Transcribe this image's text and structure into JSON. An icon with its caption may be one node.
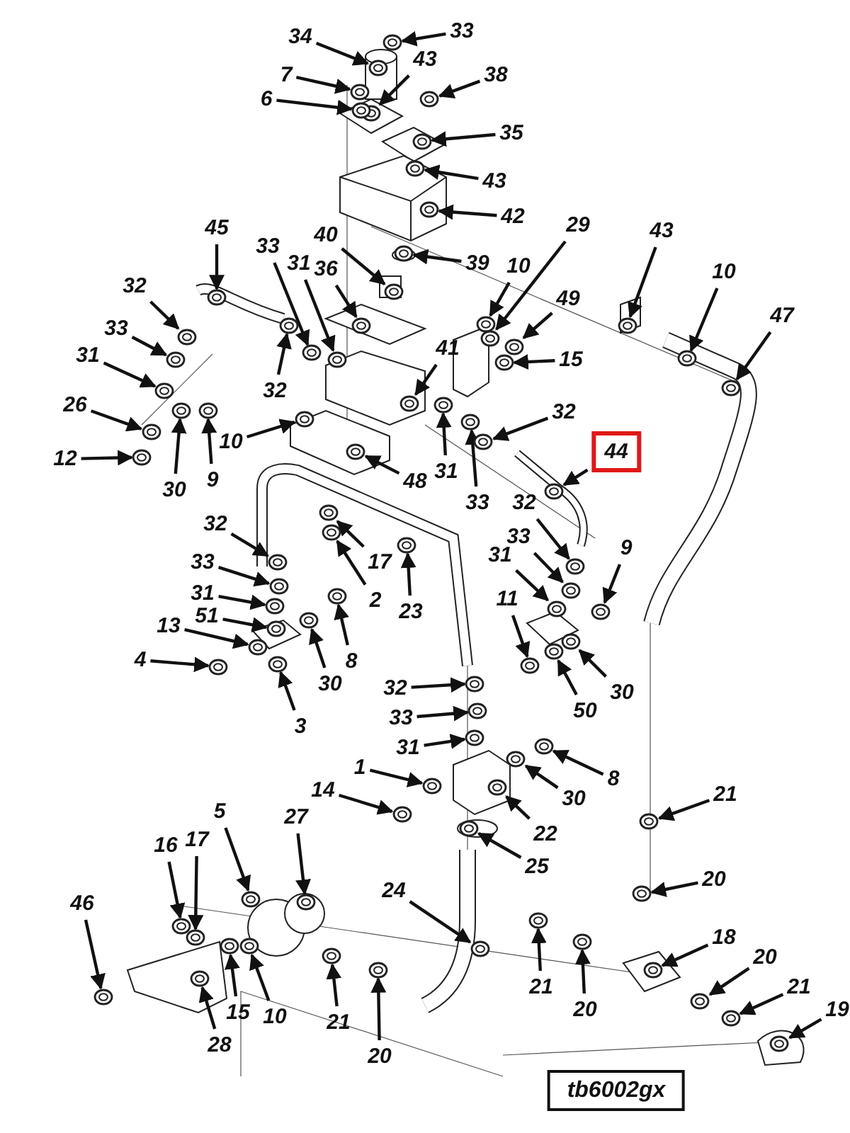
{
  "diagram": {
    "nodes": [
      {
        "text": [
          "34"
        ]
      },
      {
        "text": [
          "33"
        ]
      },
      {
        "text": [
          "43"
        ]
      },
      {
        "text": [
          "7"
        ]
      },
      {
        "text": [
          "6"
        ]
      },
      {
        "text": [
          "38"
        ]
      },
      {
        "text": [
          "35"
        ]
      },
      {
        "text": [
          "43"
        ]
      },
      {
        "text": [
          "42"
        ]
      },
      {
        "text": [
          "40"
        ]
      },
      {
        "text": [
          "39"
        ]
      },
      {
        "text": [
          "45"
        ]
      },
      {
        "text": [
          "33"
        ]
      },
      {
        "text": [
          "31"
        ]
      },
      {
        "text": [
          "36"
        ]
      },
      {
        "text": [
          "10"
        ]
      },
      {
        "text": [
          "29"
        ]
      },
      {
        "text": [
          "43"
        ]
      },
      {
        "text": [
          "10"
        ]
      },
      {
        "text": [
          "47"
        ]
      },
      {
        "text": [
          "49"
        ]
      },
      {
        "text": [
          "15"
        ]
      },
      {
        "text": [
          "32"
        ]
      },
      {
        "text": [
          "33"
        ]
      },
      {
        "text": [
          "31"
        ]
      },
      {
        "text": [
          "32"
        ]
      },
      {
        "text": [
          "41"
        ]
      },
      {
        "text": [
          "26"
        ]
      },
      {
        "text": [
          "10"
        ]
      },
      {
        "text": [
          "48"
        ]
      },
      {
        "text": [
          "12"
        ]
      },
      {
        "text": [
          "30"
        ]
      },
      {
        "text": [
          "9"
        ]
      },
      {
        "text": [
          "31"
        ]
      },
      {
        "text": [
          "33"
        ]
      },
      {
        "text": [
          "32"
        ]
      },
      {
        "text": [
          "44"
        ]
      },
      {
        "text": [
          "32"
        ]
      },
      {
        "text": [
          "9"
        ]
      },
      {
        "text": [
          "33"
        ]
      },
      {
        "text": [
          "31"
        ]
      },
      {
        "text": [
          "17"
        ]
      },
      {
        "text": [
          "2"
        ]
      },
      {
        "text": [
          "23"
        ]
      },
      {
        "text": [
          "32"
        ]
      },
      {
        "text": [
          "33"
        ]
      },
      {
        "text": [
          "31"
        ]
      },
      {
        "text": [
          "13"
        ]
      },
      {
        "text": [
          "51"
        ]
      },
      {
        "text": [
          "4"
        ]
      },
      {
        "text": [
          "8"
        ]
      },
      {
        "text": [
          "30"
        ]
      },
      {
        "text": [
          "3"
        ]
      },
      {
        "text": [
          "11"
        ]
      },
      {
        "text": [
          "50"
        ]
      },
      {
        "text": [
          "30"
        ]
      },
      {
        "text": [
          "32"
        ]
      },
      {
        "text": [
          "33"
        ]
      },
      {
        "text": [
          "31"
        ]
      },
      {
        "text": [
          "1"
        ]
      },
      {
        "text": [
          "14"
        ]
      },
      {
        "text": [
          "8"
        ]
      },
      {
        "text": [
          "30"
        ]
      },
      {
        "text": [
          "22"
        ]
      },
      {
        "text": [
          "25"
        ]
      },
      {
        "text": [
          "21"
        ]
      },
      {
        "text": [
          "5"
        ]
      },
      {
        "text": [
          "27"
        ]
      },
      {
        "text": [
          "16"
        ]
      },
      {
        "text": [
          "17"
        ]
      },
      {
        "text": [
          "46"
        ]
      },
      {
        "text": [
          "24"
        ]
      },
      {
        "text": [
          "20"
        ]
      },
      {
        "text": [
          "18"
        ]
      },
      {
        "text": [
          "20"
        ]
      },
      {
        "text": [
          "21"
        ]
      },
      {
        "text": [
          "19"
        ]
      },
      {
        "text": [
          "21"
        ]
      },
      {
        "text": [
          "20"
        ]
      },
      {
        "text": [
          "15"
        ]
      },
      {
        "text": [
          "10"
        ]
      },
      {
        "text": [
          "28"
        ]
      },
      {
        "text": [
          "21"
        ]
      },
      {
        "text": [
          "20"
        ]
      },
      {
        "text": [
          "tb6002gx"
        ]
      },
      {
        "text": [],
        "shape": "picture"
      },
      {
        "text": [],
        "shape": "picture"
      },
      {
        "text": [],
        "shape": "picture"
      },
      {
        "text": [],
        "shape": "picture"
      },
      {
        "text": [],
        "shape": "picture"
      },
      {
        "text": [],
        "shape": "picture"
      },
      {
        "text": [],
        "shape": "picture"
      },
      {
        "text": [],
        "shape": "picture"
      },
      {
        "text": [],
        "shape": "picture"
      },
      {
        "text": [],
        "shape": "picture"
      },
      {
        "text": [],
        "shape": "picture"
      },
      {
        "text": [],
        "shape": "picture"
      },
      {
        "text": [],
        "shape": "picture"
      },
      {
        "text": [],
        "shape": "picture"
      },
      {
        "text": [],
        "shape": "picture"
      },
      {
        "text": [],
        "shape": "picture"
      },
      {
        "text": [],
        "shape": "picture"
      },
      {
        "text": [],
        "shape": "picture"
      },
      {
        "text": [],
        "shape": "picture"
      },
      {
        "text": [],
        "shape": "picture"
      },
      {
        "text": [],
        "shape": "picture"
      },
      {
        "text": [],
        "shape": "picture"
      },
      {
        "text": [],
        "shape": "picture"
      },
      {
        "text": [],
        "shape": "picture"
      },
      {
        "text": [],
        "shape": "picture"
      },
      {
        "text": [],
        "shape": "picture"
      },
      {
        "text": [],
        "shape": "picture"
      },
      {
        "text": [],
        "shape": "picture"
      },
      {
        "text": [],
        "shape": "picture"
      },
      {
        "text": [],
        "shape": "picture"
      },
      {
        "text": [],
        "shape": "picture"
      },
      {
        "text": [],
        "shape": "picture"
      },
      {
        "text": [],
        "shape": "picture"
      },
      {
        "text": [],
        "shape": "picture"
      },
      {
        "text": [],
        "shape": "picture"
      },
      {
        "text": [],
        "shape": "picture"
      },
      {
        "text": [],
        "shape": "picture"
      },
      {
        "text": [],
        "shape": "picture"
      },
      {
        "text": [],
        "shape": "picture"
      },
      {
        "text": [],
        "shape": "picture"
      },
      {
        "text": [],
        "shape": "picture"
      },
      {
        "text": [],
        "shape": "picture"
      },
      {
        "text": [],
        "shape": "picture"
      },
      {
        "text": [],
        "shape": "picture"
      },
      {
        "text": [],
        "shape": "picture"
      },
      {
        "text": [],
        "shape": "picture"
      },
      {
        "text": [],
        "shape": "picture"
      },
      {
        "text": [],
        "shape": "picture"
      },
      {
        "text": [],
        "shape": "picture"
      },
      {
        "text": [],
        "shape": "picture"
      },
      {
        "text": [],
        "shape": "picture"
      },
      {
        "text": [],
        "shape": "picture"
      },
      {
        "text": [],
        "shape": "picture"
      },
      {
        "text": [],
        "shape": "picture"
      },
      {
        "text": [],
        "shape": "picture"
      },
      {
        "text": [],
        "shape": "picture"
      },
      {
        "text": [],
        "shape": "picture"
      },
      {
        "text": [],
        "shape": "picture"
      },
      {
        "text": [],
        "shape": "picture"
      },
      {
        "text": [],
        "shape": "picture"
      },
      {
        "text": [],
        "shape": "picture"
      },
      {
        "text": [],
        "shape": "picture"
      },
      {
        "text": [],
        "shape": "picture"
      },
      {
        "text": [],
        "shape": "picture"
      },
      {
        "text": [],
        "shape": "picture"
      },
      {
        "text": [],
        "shape": "picture"
      },
      {
        "text": [],
        "shape": "picture"
      },
      {
        "text": [],
        "shape": "picture"
      },
      {
        "text": [],
        "shape": "picture"
      },
      {
        "text": [],
        "shape": "picture"
      },
      {
        "text": [],
        "shape": "picture"
      },
      {
        "text": [],
        "shape": "picture"
      },
      {
        "text": [],
        "shape": "picture"
      },
      {
        "text": [],
        "shape": "picture"
      },
      {
        "text": [],
        "shape": "picture"
      },
      {
        "text": [],
        "shape": "picture"
      },
      {
        "text": [],
        "shape": "picture"
      },
      {
        "text": [],
        "shape": "picture"
      },
      {
        "text": [],
        "shape": "picture"
      },
      {
        "text": [],
        "shape": "picture"
      },
      {
        "text": [],
        "shape": "picture"
      },
      {
        "text": [],
        "shape": "picture"
      },
      {
        "text": [],
        "shape": "picture"
      },
      {
        "text": [],
        "shape": "picture"
      }
    ],
    "edges": [
      {
        "from": 0,
        "to": 85,
        "arrow": "to"
      },
      {
        "from": 1,
        "to": 86,
        "arrow": "to"
      },
      {
        "from": 2,
        "to": 87,
        "arrow": "to"
      },
      {
        "from": 3,
        "to": 88,
        "arrow": "to"
      },
      {
        "from": 4,
        "to": 89,
        "arrow": "to"
      },
      {
        "from": 5,
        "to": 90,
        "arrow": "to"
      },
      {
        "from": 6,
        "to": 91,
        "arrow": "to"
      },
      {
        "from": 7,
        "to": 92,
        "arrow": "to"
      },
      {
        "from": 8,
        "to": 93,
        "arrow": "to"
      },
      {
        "from": 9,
        "to": 94,
        "arrow": "to"
      },
      {
        "from": 10,
        "to": 95,
        "arrow": "to"
      },
      {
        "from": 11,
        "to": 96,
        "arrow": "to"
      },
      {
        "from": 12,
        "to": 97,
        "arrow": "to"
      },
      {
        "from": 13,
        "to": 98,
        "arrow": "to"
      },
      {
        "from": 14,
        "to": 99,
        "arrow": "to"
      },
      {
        "from": 15,
        "to": 100,
        "arrow": "to"
      },
      {
        "from": 16,
        "to": 101,
        "arrow": "to"
      },
      {
        "from": 17,
        "to": 102,
        "arrow": "to"
      },
      {
        "from": 18,
        "to": 103,
        "arrow": "to"
      },
      {
        "from": 19,
        "to": 104,
        "arrow": "to"
      },
      {
        "from": 20,
        "to": 105,
        "arrow": "to"
      },
      {
        "from": 21,
        "to": 106,
        "arrow": "to"
      },
      {
        "from": 22,
        "to": 107,
        "arrow": "to"
      },
      {
        "from": 23,
        "to": 108,
        "arrow": "to"
      },
      {
        "from": 24,
        "to": 109,
        "arrow": "to"
      },
      {
        "from": 25,
        "to": 110,
        "arrow": "to"
      },
      {
        "from": 26,
        "to": 111,
        "arrow": "to"
      },
      {
        "from": 27,
        "to": 112,
        "arrow": "to"
      },
      {
        "from": 28,
        "to": 113,
        "arrow": "to"
      },
      {
        "from": 29,
        "to": 114,
        "arrow": "to"
      },
      {
        "from": 30,
        "to": 115,
        "arrow": "to"
      },
      {
        "from": 31,
        "to": 116,
        "arrow": "to"
      },
      {
        "from": 32,
        "to": 117,
        "arrow": "to"
      },
      {
        "from": 33,
        "to": 118,
        "arrow": "to"
      },
      {
        "from": 34,
        "to": 119,
        "arrow": "to"
      },
      {
        "from": 35,
        "to": 120,
        "arrow": "to"
      },
      {
        "from": 36,
        "to": 121,
        "arrow": "to"
      },
      {
        "from": 37,
        "to": 122,
        "arrow": "to"
      },
      {
        "from": 38,
        "to": 123,
        "arrow": "to"
      },
      {
        "from": 39,
        "to": 124,
        "arrow": "to"
      },
      {
        "from": 40,
        "to": 125,
        "arrow": "to"
      },
      {
        "from": 41,
        "to": 126,
        "arrow": "to"
      },
      {
        "from": 42,
        "to": 127,
        "arrow": "to"
      },
      {
        "from": 43,
        "to": 128,
        "arrow": "to"
      },
      {
        "from": 44,
        "to": 129,
        "arrow": "to"
      },
      {
        "from": 45,
        "to": 130,
        "arrow": "to"
      },
      {
        "from": 46,
        "to": 131,
        "arrow": "to"
      },
      {
        "from": 47,
        "to": 132,
        "arrow": "to"
      },
      {
        "from": 48,
        "to": 133,
        "arrow": "to"
      },
      {
        "from": 49,
        "to": 134,
        "arrow": "to"
      },
      {
        "from": 50,
        "to": 135,
        "arrow": "to"
      },
      {
        "from": 51,
        "to": 136,
        "arrow": "to"
      },
      {
        "from": 52,
        "to": 137,
        "arrow": "to"
      },
      {
        "from": 53,
        "to": 138,
        "arrow": "to"
      },
      {
        "from": 54,
        "to": 139,
        "arrow": "to"
      },
      {
        "from": 55,
        "to": 140,
        "arrow": "to"
      },
      {
        "from": 56,
        "to": 141,
        "arrow": "to"
      },
      {
        "from": 57,
        "to": 142,
        "arrow": "to"
      },
      {
        "from": 58,
        "to": 143,
        "arrow": "to"
      },
      {
        "from": 59,
        "to": 144,
        "arrow": "to"
      },
      {
        "from": 60,
        "to": 145,
        "arrow": "to"
      },
      {
        "from": 61,
        "to": 146,
        "arrow": "to"
      },
      {
        "from": 62,
        "to": 147,
        "arrow": "to"
      },
      {
        "from": 63,
        "to": 148,
        "arrow": "to"
      },
      {
        "from": 64,
        "to": 149,
        "arrow": "to"
      },
      {
        "from": 65,
        "to": 150,
        "arrow": "to"
      },
      {
        "from": 66,
        "to": 151,
        "arrow": "to"
      },
      {
        "from": 67,
        "to": 152,
        "arrow": "to"
      },
      {
        "from": 68,
        "to": 153,
        "arrow": "to"
      },
      {
        "from": 69,
        "to": 154,
        "arrow": "to"
      },
      {
        "from": 70,
        "to": 155,
        "arrow": "to"
      },
      {
        "from": 71,
        "to": 156,
        "arrow": "to"
      },
      {
        "from": 72,
        "to": 157,
        "arrow": "to"
      },
      {
        "from": 73,
        "to": 158,
        "arrow": "to"
      },
      {
        "from": 74,
        "to": 159,
        "arrow": "to"
      },
      {
        "from": 75,
        "to": 160,
        "arrow": "to"
      },
      {
        "from": 76,
        "to": 161,
        "arrow": "to"
      },
      {
        "from": 77,
        "to": 162,
        "arrow": "to"
      },
      {
        "from": 78,
        "to": 163,
        "arrow": "to"
      },
      {
        "from": 79,
        "to": 164,
        "arrow": "to"
      },
      {
        "from": 80,
        "to": 165,
        "arrow": "to"
      },
      {
        "from": 81,
        "to": 166,
        "arrow": "to"
      },
      {
        "from": 82,
        "to": 167,
        "arrow": "to"
      },
      {
        "from": 83,
        "to": 168,
        "arrow": "to"
      }
    ]
  }
}
